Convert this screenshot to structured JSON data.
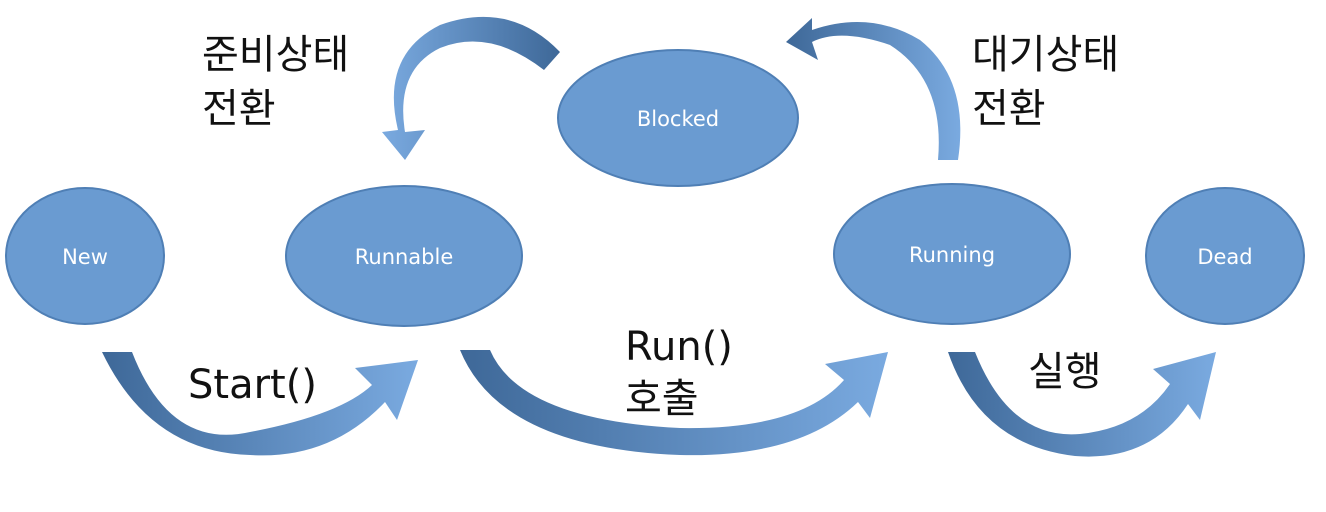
{
  "colors": {
    "node_fill": "#6a9bd1",
    "node_stroke": "#4f7fb5",
    "arrow_light": "#7aaae0",
    "arrow_dark": "#3e6898",
    "label_text": "#111111"
  },
  "nodes": {
    "new": {
      "label": "New"
    },
    "runnable": {
      "label": "Runnable"
    },
    "blocked": {
      "label": "Blocked"
    },
    "running": {
      "label": "Running"
    },
    "dead": {
      "label": "Dead"
    }
  },
  "edges": {
    "start": {
      "line1": "Start()",
      "line2": ""
    },
    "run_call": {
      "line1": "Run()",
      "line2": "호출"
    },
    "execute": {
      "line1": "실행",
      "line2": ""
    },
    "to_ready": {
      "line1": "준비상태",
      "line2": "전환"
    },
    "to_wait": {
      "line1": "대기상태",
      "line2": "전환"
    }
  }
}
